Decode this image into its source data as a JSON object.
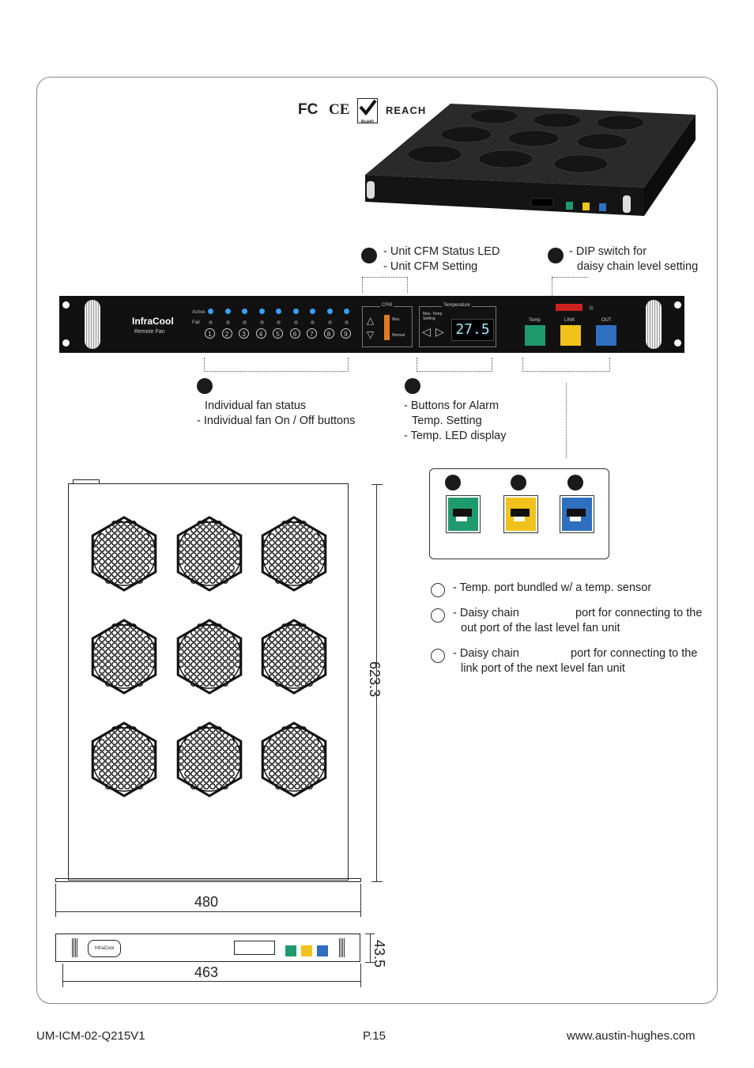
{
  "certifications": {
    "fc": "FC",
    "ce": "CE",
    "rohs": "RoHS",
    "reach": "REACH"
  },
  "unit": {
    "brand": "InfraCool",
    "model": "Remote Fan",
    "active_label": "Active",
    "fail_label": "Fail",
    "fan_numbers": [
      "1",
      "2",
      "3",
      "4",
      "5",
      "6",
      "7",
      "8",
      "9"
    ],
    "cfm_label": "CFM",
    "cfm_max": "Max",
    "cfm_normal": "Normal",
    "temperature_label": "Temperature",
    "max_temp_setting": "Max. Temp Setting",
    "temp_display": "27.5",
    "port_temp": "Temp",
    "port_link": "LINK",
    "port_out": "OUT"
  },
  "callouts": {
    "cfm_line1": "- Unit CFM Status LED",
    "cfm_line2": "- Unit CFM Setting",
    "dip_line1": "- DIP switch for",
    "dip_line2": "daisy chain level setting",
    "fan_line1": "Individual fan status",
    "fan_line2": "- Individual fan On / Off buttons",
    "alarm_line1": "- Buttons for Alarm",
    "alarm_line2": "Temp. Setting",
    "alarm_line3": "- Temp. LED display"
  },
  "ports": {
    "colors": {
      "temp": "#1f9a6e",
      "link": "#f1c21b",
      "out": "#2e6fc0"
    },
    "temp_desc": "- Temp. port bundled w/ a temp. sensor",
    "link_desc1": "- Daisy chain",
    "link_desc1b": "port for connecting to the",
    "link_desc2": "out port of the last level fan unit",
    "out_desc1": "- Daisy chain",
    "out_desc1b": "port for connecting to the",
    "out_desc2": "link port of the next level fan unit"
  },
  "dimensions": {
    "depth": "623.3",
    "width_outer": "480",
    "width_inner": "463",
    "height": "43.5"
  },
  "footer": {
    "doc_id": "UM-ICM-02-Q215V1",
    "page": "P.15",
    "website": "www.austin-hughes.com"
  }
}
